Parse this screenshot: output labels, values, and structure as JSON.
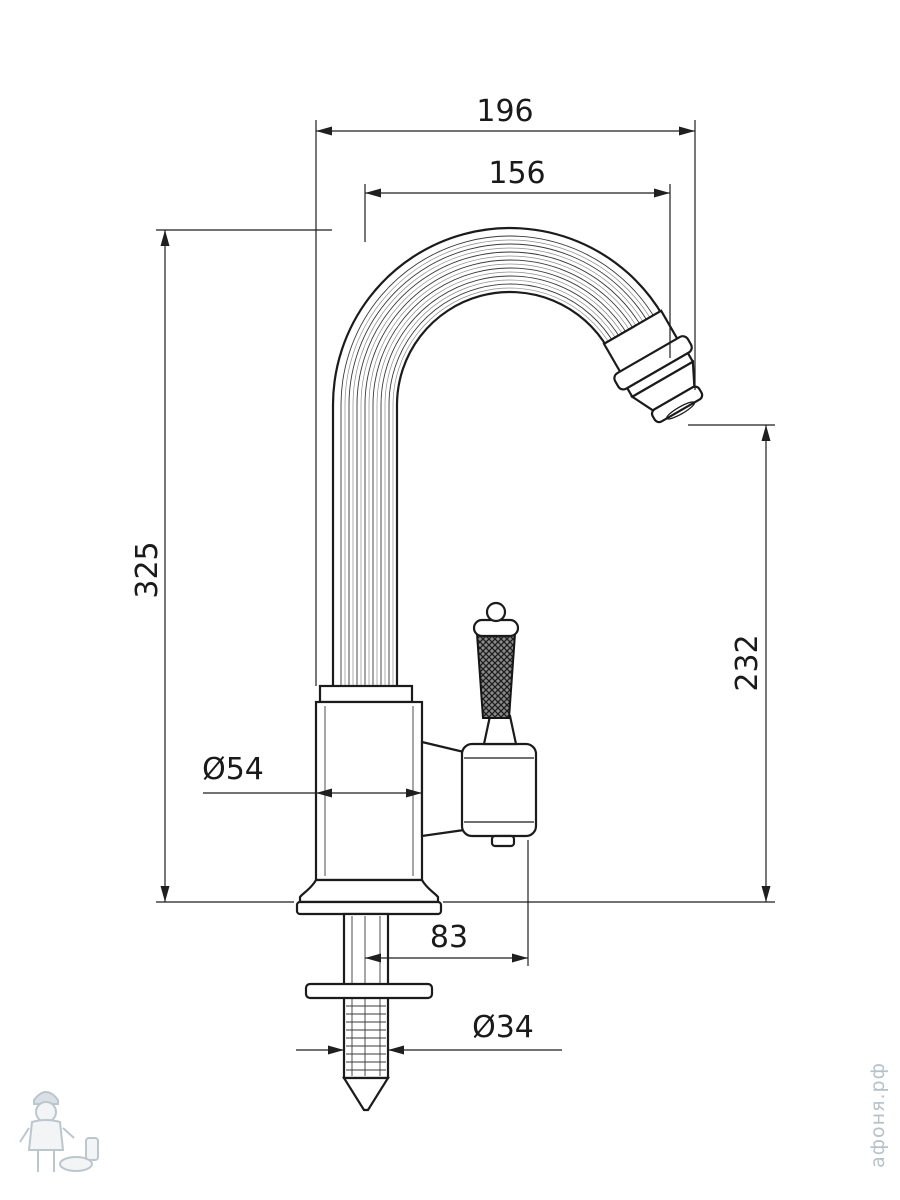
{
  "drawing": {
    "line_color": "#1b1b1b",
    "background": "#ffffff",
    "dimensions": {
      "overall_width": "196",
      "spout_reach": "156",
      "overall_height": "325",
      "spout_height": "232",
      "body_diameter": "Ø54",
      "handle_offset": "83",
      "shank_diameter": "Ø34"
    },
    "watermark": {
      "brand_vertical_text": "афоня.рф",
      "logo_icon": "plumber-with-toilet-icon",
      "color": "#bcc6cd"
    }
  }
}
